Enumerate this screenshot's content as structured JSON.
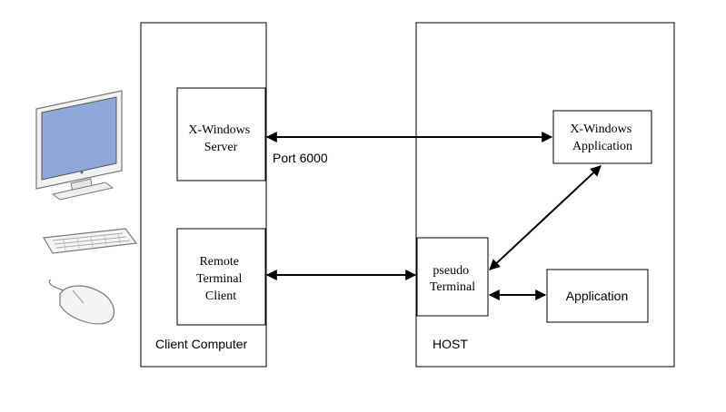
{
  "client": {
    "container_label": "Client Computer",
    "x_server": {
      "line1": "X-Windows",
      "line2": "Server"
    },
    "terminal_client": {
      "line1": "Remote",
      "line2": "Terminal",
      "line3": "Client"
    }
  },
  "host": {
    "container_label": "HOST",
    "x_app": {
      "line1": "X-Windows",
      "line2": "Application"
    },
    "pseudo_terminal": {
      "line1": "pseudo",
      "line2": "Terminal"
    },
    "application": {
      "label": "Application"
    }
  },
  "connections": {
    "x_port_label": "Port 6000"
  },
  "devices": {
    "monitor": "monitor-icon",
    "keyboard": "keyboard-icon",
    "mouse": "mouse-icon"
  },
  "colors": {
    "screen": "#8fa8d8",
    "stroke": "#000000"
  }
}
